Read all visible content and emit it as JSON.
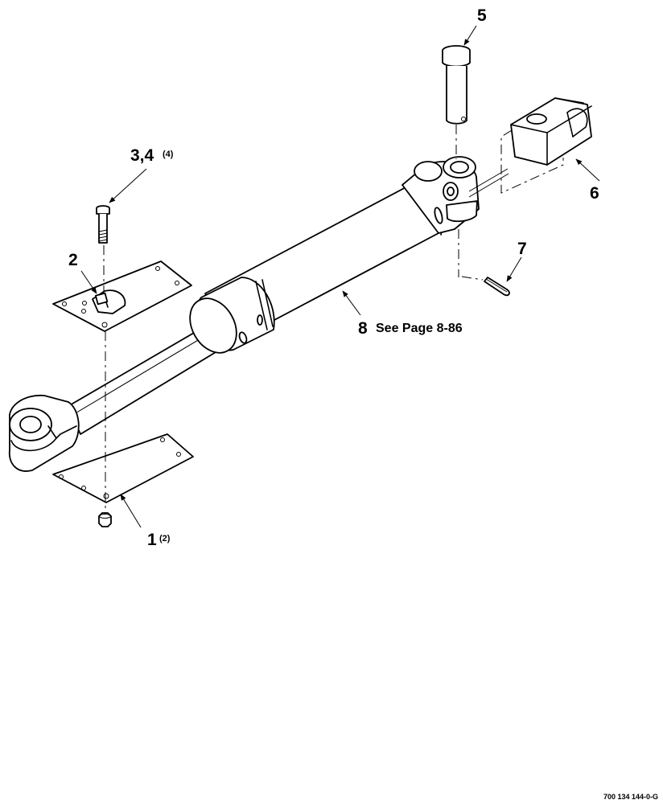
{
  "callouts": {
    "c1": "1",
    "c1_qty": "(2)",
    "c2": "2",
    "c34": "3,4",
    "c34_qty": "(4)",
    "c5": "5",
    "c6": "6",
    "c7": "7",
    "c8": "8",
    "c8_ref": "See Page 8-86"
  },
  "drawing_number": "700 134 144-0-G"
}
